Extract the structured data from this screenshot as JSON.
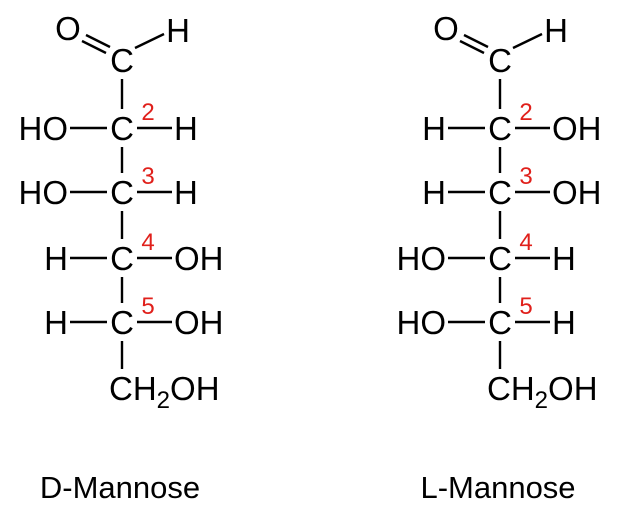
{
  "colors": {
    "bond": "#000000",
    "carbon_number": "#e0201b"
  },
  "molecules": [
    {
      "name": "D-Mannose",
      "top": {
        "carbon": "C",
        "oxygen": "O",
        "hydrogen": "H"
      },
      "rows": [
        {
          "number": "2",
          "carbon": "C",
          "left": "HO",
          "right": "H"
        },
        {
          "number": "3",
          "carbon": "C",
          "left": "HO",
          "right": "H"
        },
        {
          "number": "4",
          "carbon": "C",
          "left": "H",
          "right": "OH"
        },
        {
          "number": "5",
          "carbon": "C",
          "left": "H",
          "right": "OH"
        }
      ],
      "bottom": {
        "prefix": "CH",
        "subscript": "2",
        "suffix": "OH"
      }
    },
    {
      "name": "L-Mannose",
      "top": {
        "carbon": "C",
        "oxygen": "O",
        "hydrogen": "H"
      },
      "rows": [
        {
          "number": "2",
          "carbon": "C",
          "left": "H",
          "right": "OH"
        },
        {
          "number": "3",
          "carbon": "C",
          "left": "H",
          "right": "OH"
        },
        {
          "number": "4",
          "carbon": "C",
          "left": "HO",
          "right": "H"
        },
        {
          "number": "5",
          "carbon": "C",
          "left": "HO",
          "right": "H"
        }
      ],
      "bottom": {
        "prefix": "CH",
        "subscript": "2",
        "suffix": "OH"
      }
    }
  ]
}
